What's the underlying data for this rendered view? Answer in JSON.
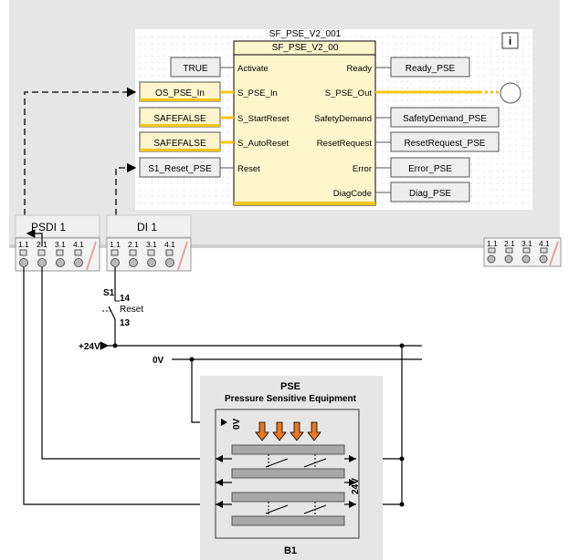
{
  "fb": {
    "instance": "SF_PSE_V2_001",
    "type": "SF_PSE_V2_00",
    "inputs": [
      "Activate",
      "S_PSE_In",
      "S_StartReset",
      "S_AutoReset",
      "Reset"
    ],
    "outputs": [
      "Ready",
      "S_PSE_Out",
      "SafetyDemand",
      "ResetRequest",
      "Error",
      "DiagCode"
    ]
  },
  "input_vars": [
    "TRUE",
    "OS_PSE_In",
    "SAFEFALSE",
    "SAFEFALSE",
    "S1_Reset_PSE"
  ],
  "output_vars": [
    "Ready_PSE",
    "SafetyDemand_PSE",
    "ResetRequest_PSE",
    "Error_PSE",
    "Diag_PSE"
  ],
  "info_icon": "i",
  "modules": {
    "psdi": "PSDI 1",
    "di": "DI 1",
    "terminal_labels": [
      "1.1",
      "2.1",
      "3.1",
      "4.1"
    ]
  },
  "switch": {
    "name": "S1",
    "label": "Reset",
    "pin_top": "14",
    "pin_bottom": "13"
  },
  "supply": {
    "plus": "+24V",
    "zero": "0V"
  },
  "pse": {
    "title": "PSE",
    "subtitle": "Pressure Sensitive Equipment",
    "zero_label": "0V",
    "plus_label": "24V",
    "tag": "B1"
  },
  "colors": {
    "signal_yellow": "#f5c518",
    "arrow_orange": "#e87722",
    "module_grey": "#e6e6e6",
    "var_fill": "#eeeeee"
  }
}
